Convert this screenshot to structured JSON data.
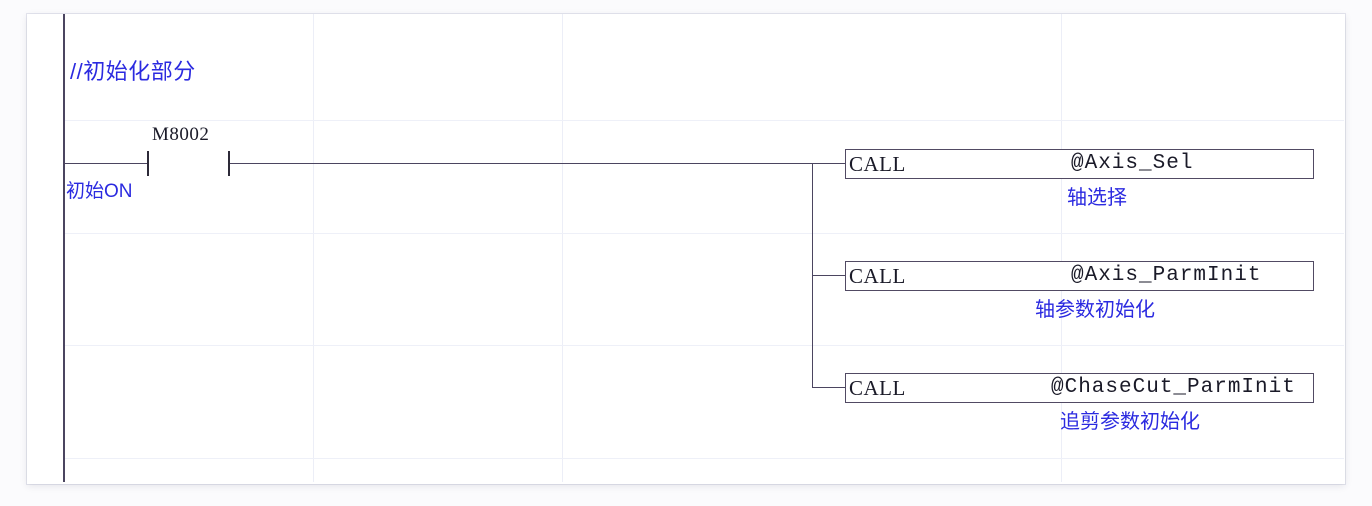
{
  "editor": {
    "language": "ladder-logic",
    "rung_comment": "//初始化部分",
    "grid": {
      "vertical_x": [
        313,
        562,
        812,
        1061
      ],
      "horizontal_y": [
        120,
        233,
        345,
        458
      ]
    },
    "colors": {
      "comment": "#2b2ae0",
      "wire": "#4b4560",
      "box_border": "#514a63",
      "text": "#1a1a28",
      "canvas": "#ffffff",
      "background": "#fbfbfd"
    }
  },
  "rung": {
    "contact": {
      "type": "normally-open",
      "operand": "M8002",
      "comment": "初始ON"
    },
    "outputs": [
      {
        "mnemonic": "CALL",
        "argument": "@Axis_Sel",
        "comment": "轴选择"
      },
      {
        "mnemonic": "CALL",
        "argument": "@Axis_ParmInit",
        "comment": "轴参数初始化"
      },
      {
        "mnemonic": "CALL",
        "argument": "@ChaseCut_ParmInit",
        "comment": "追剪参数初始化"
      }
    ]
  }
}
